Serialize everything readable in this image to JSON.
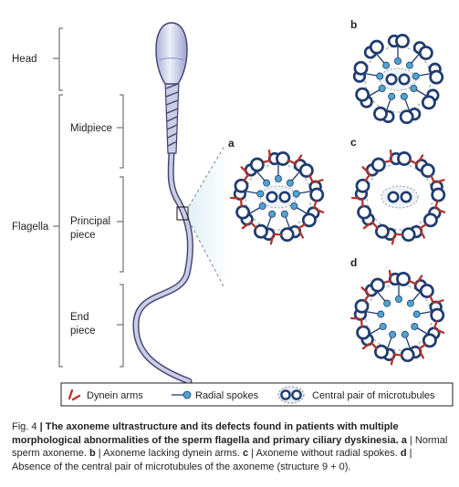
{
  "labels": {
    "head": "Head",
    "flagella": "Flagella",
    "midpiece": "Midpiece",
    "principal_line1": "Principal",
    "principal_line2": "piece",
    "end_line1": "End",
    "end_line2": "piece"
  },
  "panels": {
    "a": "a",
    "b": "b",
    "c": "c",
    "d": "d"
  },
  "legend": {
    "dynein": "Dynein arms",
    "radial": "Radial spokes",
    "central": "Central pair of microtubules"
  },
  "caption": {
    "fig": "Fig. 4",
    "sep": " | ",
    "title": "The axoneme ultrastructure and its defects found in patients with multiple morphological abnormalities of the sperm flagella and primary ciliary dyskinesia.",
    "a_key": "a",
    "a_text": "Normal sperm axoneme.",
    "b_key": "b",
    "b_text": "Axoneme lacking dynein arms.",
    "c_key": "c",
    "c_text": "Axoneme without radial spokes.",
    "d_key": "d",
    "d_text": "Absence of the central pair of microtubules of the axoneme (structure 9 + 0)."
  },
  "colors": {
    "doublet": "#1f3c70",
    "spoke": "#4fa3cf",
    "dynein": "#b5342a",
    "sperm_fill": "#c9cde6",
    "sperm_stroke": "#40426e",
    "zoom_fill": "#e7f3f8"
  }
}
